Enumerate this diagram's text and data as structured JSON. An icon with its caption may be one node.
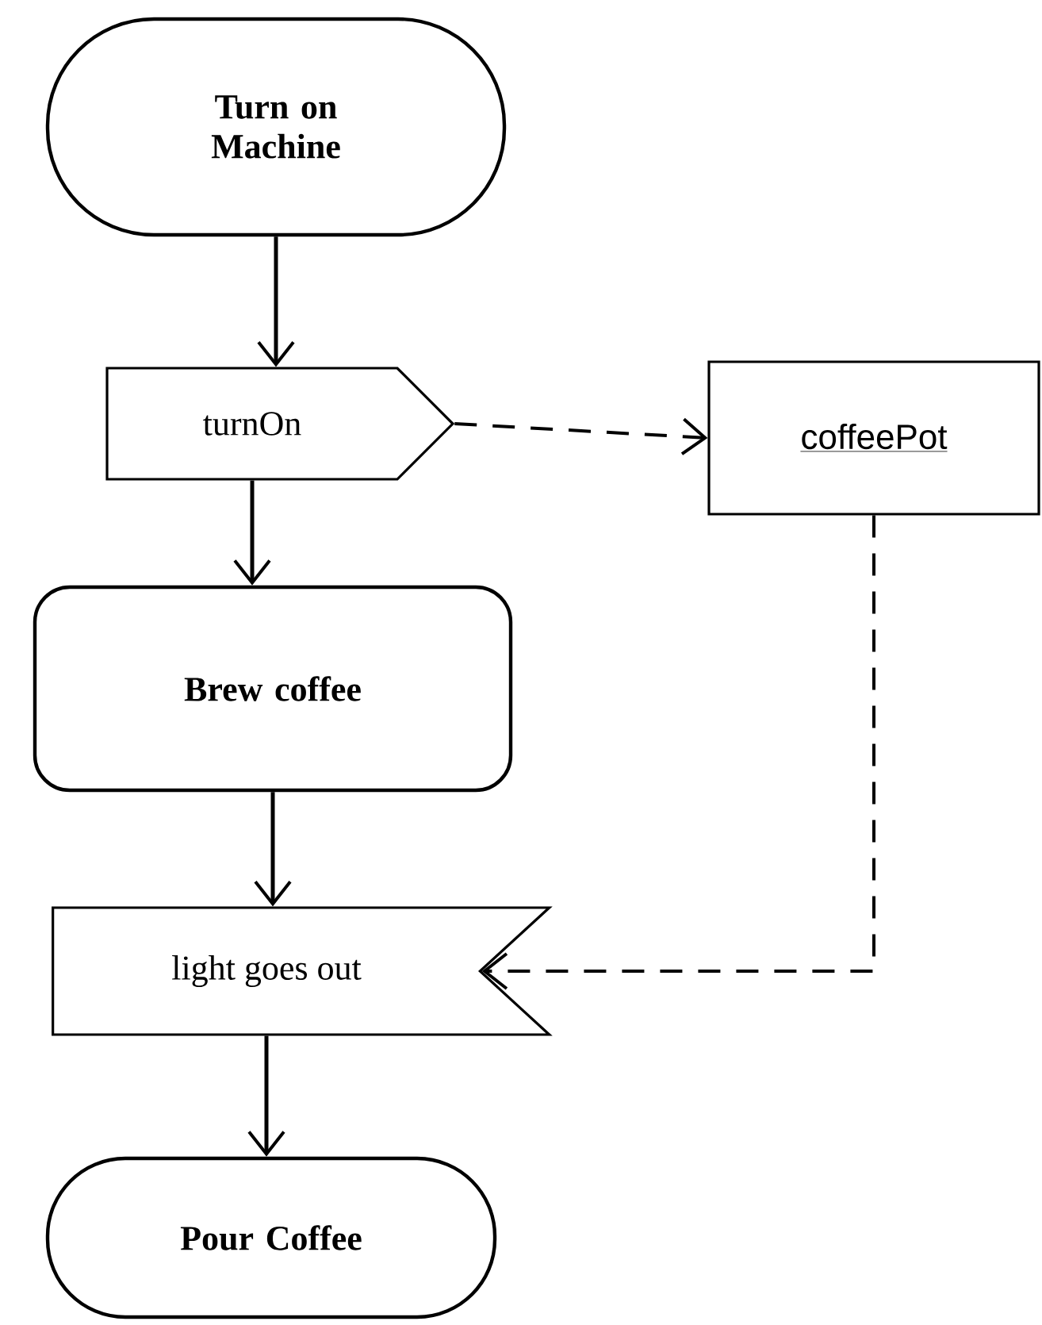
{
  "diagram": {
    "nodes": [
      {
        "text": [
          "Turn on Machine"
        ]
      },
      {
        "text": [
          "turnOn"
        ]
      },
      {
        "text": [
          "coffeePot"
        ]
      },
      {
        "text": [
          "Brew coffee"
        ]
      },
      {
        "text": [
          "light goes out"
        ]
      },
      {
        "text": [
          "Pour Coffee"
        ]
      }
    ],
    "edges": [
      {
        "from": 0,
        "to": 1,
        "arrow": "to"
      },
      {
        "from": 1,
        "to": 2,
        "arrow": "to",
        "style": "dashed"
      },
      {
        "from": 1,
        "to": 3,
        "arrow": "to"
      },
      {
        "from": 2,
        "to": 4,
        "arrow": "to",
        "style": "dashed"
      },
      {
        "from": 3,
        "to": 4,
        "arrow": "to"
      },
      {
        "from": 4,
        "to": 5,
        "arrow": "to"
      }
    ]
  }
}
